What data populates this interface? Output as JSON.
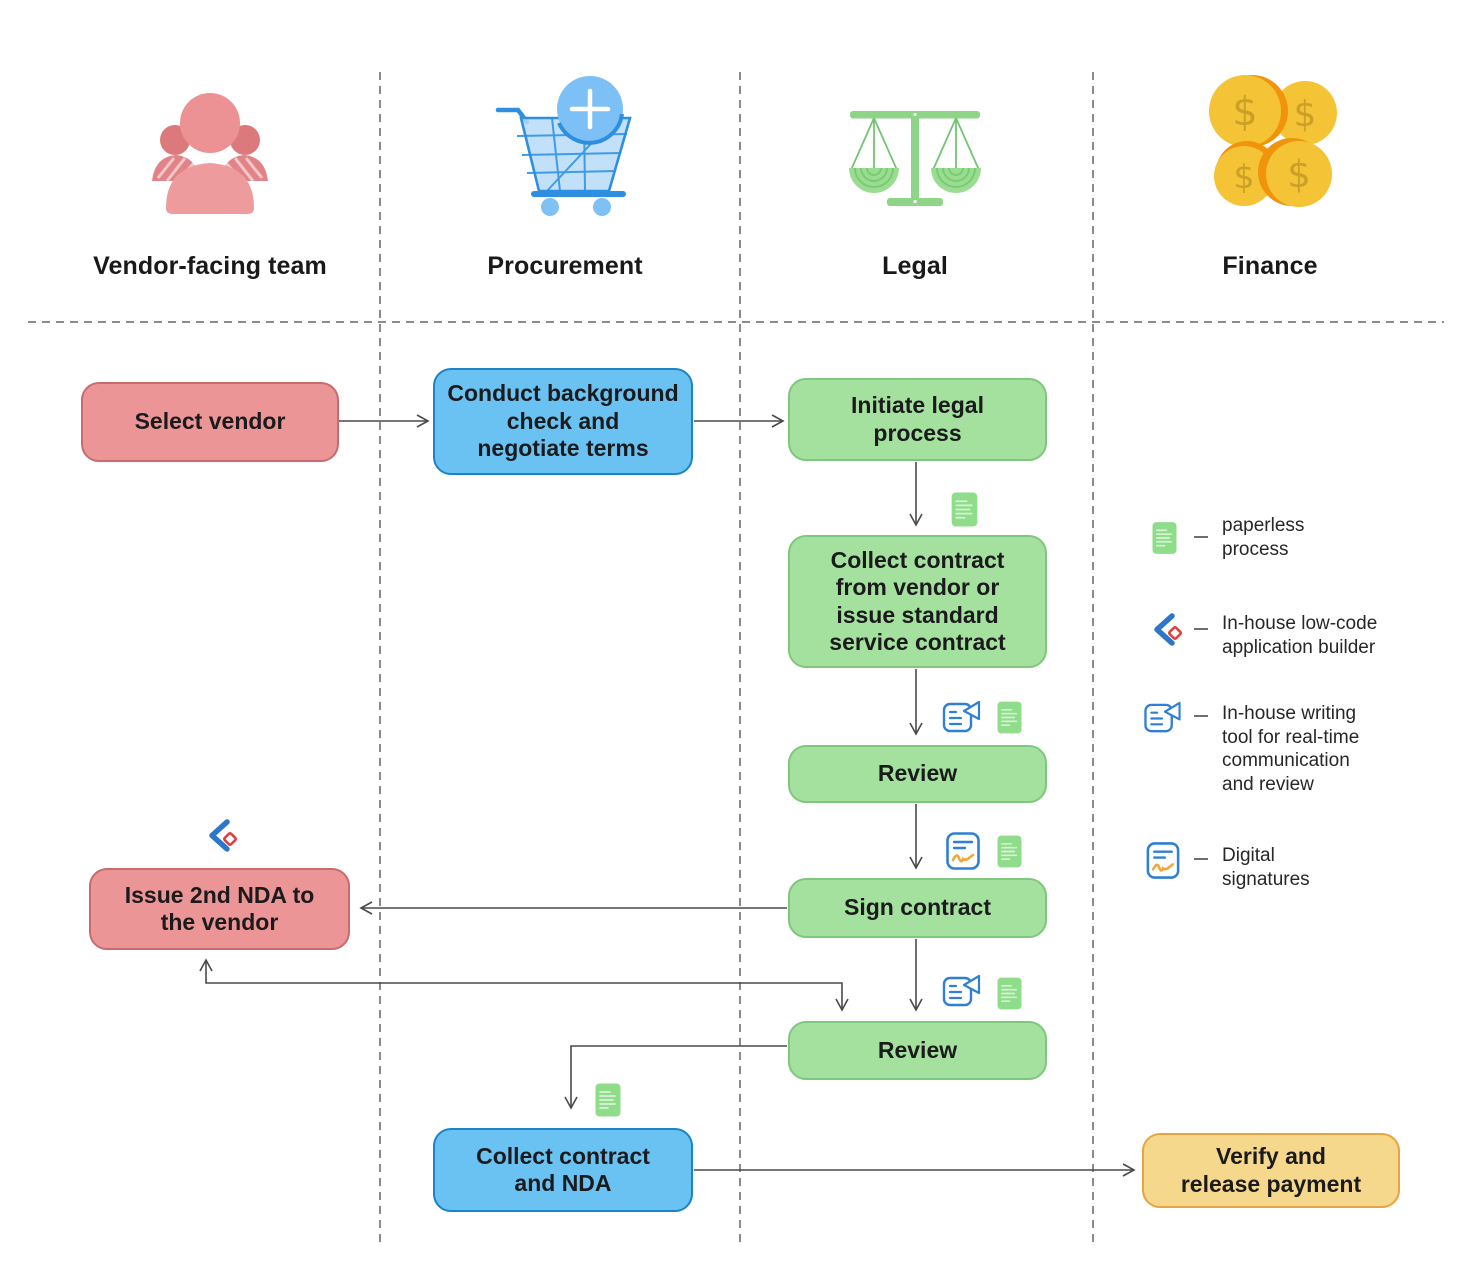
{
  "lanes": [
    {
      "label": "Vendor-facing team",
      "icon": "team-people-icon"
    },
    {
      "label": "Procurement",
      "icon": "shopping-cart-add-icon"
    },
    {
      "label": "Legal",
      "icon": "balance-scale-icon"
    },
    {
      "label": "Finance",
      "icon": "dollar-coins-icon"
    }
  ],
  "nodes": {
    "select_vendor": "Select vendor",
    "background_check": "Conduct background\ncheck and\nnegotiate terms",
    "initiate_legal": "Initiate legal\nprocess",
    "collect_contract": "Collect contract\nfrom vendor or\nissue standard\nservice contract",
    "review_1": "Review",
    "sign_contract": "Sign contract",
    "review_2": "Review",
    "issue_nda": "Issue 2nd NDA to\nthe vendor",
    "collect_contract_nda": "Collect contract\nand NDA",
    "verify_payment": "Verify and\nrelease payment"
  },
  "edges": [
    {
      "from": "select_vendor",
      "to": "background_check",
      "direction": "forward",
      "icons": []
    },
    {
      "from": "background_check",
      "to": "initiate_legal",
      "direction": "forward",
      "icons": []
    },
    {
      "from": "initiate_legal",
      "to": "collect_contract",
      "direction": "forward",
      "icons": [
        "paperless-document-icon"
      ]
    },
    {
      "from": "collect_contract",
      "to": "review_1",
      "direction": "forward",
      "icons": [
        "writing-tool-icon",
        "paperless-document-icon"
      ]
    },
    {
      "from": "review_1",
      "to": "sign_contract",
      "direction": "forward",
      "icons": [
        "digital-signature-icon",
        "paperless-document-icon"
      ]
    },
    {
      "from": "sign_contract",
      "to": "review_2",
      "direction": "forward",
      "icons": [
        "writing-tool-icon",
        "paperless-document-icon"
      ]
    },
    {
      "from": "sign_contract",
      "to": "issue_nda",
      "direction": "forward",
      "icons": []
    },
    {
      "from": "issue_nda",
      "to": "review_2",
      "direction": "both",
      "icons": []
    },
    {
      "from": "review_2",
      "to": "collect_contract_nda",
      "direction": "forward",
      "icons": [
        "paperless-document-icon"
      ]
    },
    {
      "from": "collect_contract_nda",
      "to": "verify_payment",
      "direction": "forward",
      "icons": []
    }
  ],
  "node_badges": [
    {
      "node": "issue_nda",
      "icon": "low-code-builder-icon"
    }
  ],
  "legend": [
    {
      "icon": "paperless-document-icon",
      "label": "paperless\nprocess"
    },
    {
      "icon": "low-code-builder-icon",
      "label": "In-house low-code\napplication builder"
    },
    {
      "icon": "writing-tool-icon",
      "label": "In-house writing\ntool for real-time\ncommunication\nand review"
    },
    {
      "icon": "digital-signature-icon",
      "label": "Digital\nsignatures"
    }
  ],
  "colors": {
    "pink_fill": "#EC9597",
    "pink_border": "#C96A6D",
    "blue_fill": "#6AC2F2",
    "blue_border": "#1B84C6",
    "green_fill": "#A4E19E",
    "green_border": "#7EC77C",
    "yellow_fill": "#F5D88B",
    "yellow_border": "#E7A53F",
    "connector_line": "#4A4A4A",
    "lane_divider": "#8C8C8C",
    "icon_blue": "#2F7FD6",
    "icon_red": "#E23B3B",
    "icon_green": "#8FDD8A",
    "signature_orange": "#F0A73C",
    "coin_gold": "#F4C336",
    "coin_orange": "#F0940B"
  }
}
